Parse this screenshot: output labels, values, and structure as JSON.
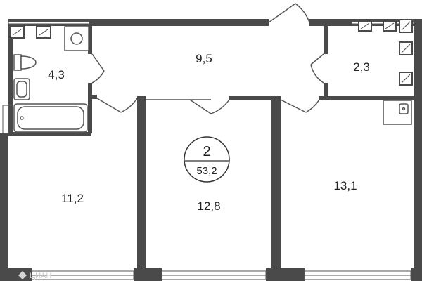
{
  "rooms": {
    "bathroom": "4,3",
    "hallway": "9,5",
    "toilet": "2,3",
    "room_left": "11,2",
    "room_center": "12,8",
    "room_right": "13,1"
  },
  "badge": {
    "rooms_count": "2",
    "total_area": "53,2"
  },
  "watermark": "ЦИАН",
  "colors": {
    "wall": "#4a4a4a",
    "fixture_stroke": "#555555",
    "background": "#ffffff"
  }
}
